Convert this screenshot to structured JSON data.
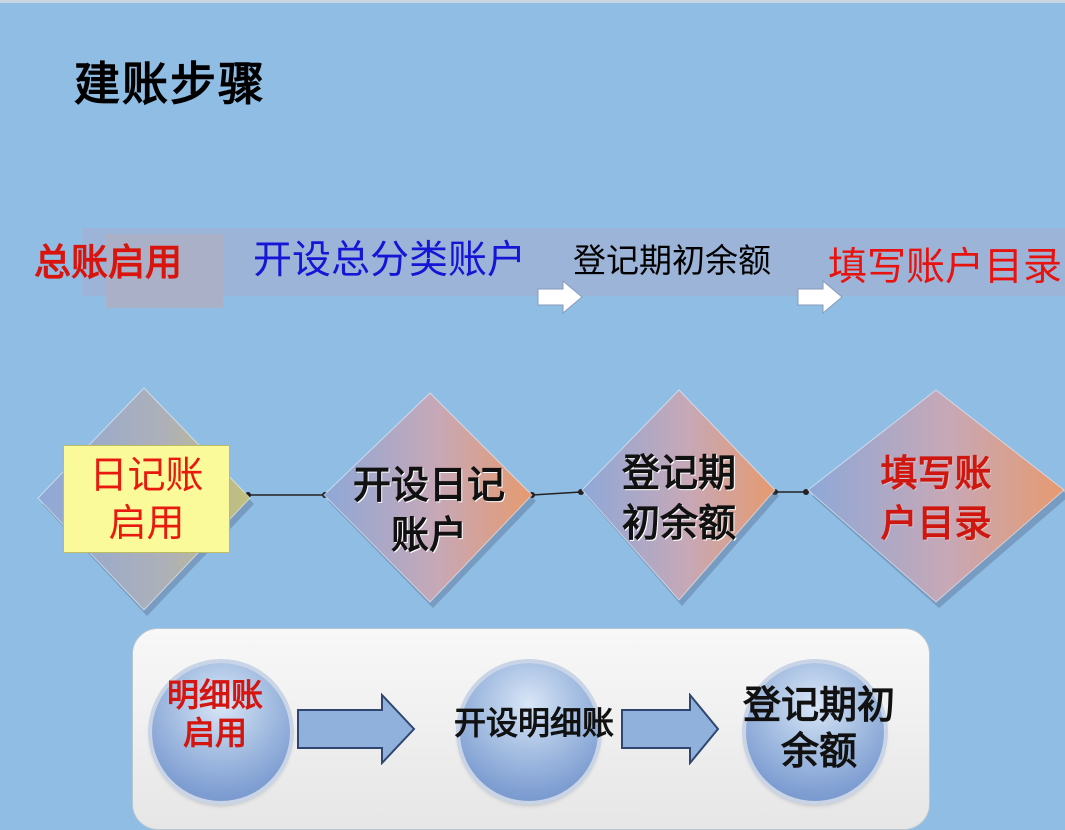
{
  "title": "建账步骤",
  "general_ledger_steps": [
    "总账启用",
    "开设总分类账户",
    "登记期初余额",
    "填写账户目录"
  ],
  "journal_steps": {
    "step1": [
      "日记账",
      "启用"
    ],
    "step2": [
      "开设日记",
      "账户"
    ],
    "step3": [
      "登记期",
      "初余额"
    ],
    "step4": [
      "填写账",
      "户目录"
    ]
  },
  "subsidiary_steps": {
    "step1": [
      "明细账",
      "启用"
    ],
    "step2": "开设明细账",
    "step3": [
      "登记期初",
      "余额"
    ]
  },
  "colors": {
    "background": "#8fbde3",
    "red": "#d9140d",
    "blue": "#1515d6",
    "diamond_fill_start": "#8fa7d6",
    "diamond_fill_end": "#e39a73",
    "label_yellow": "#fafa9a"
  },
  "icons": [
    "right-arrow-icon",
    "block-arrow-icon"
  ]
}
